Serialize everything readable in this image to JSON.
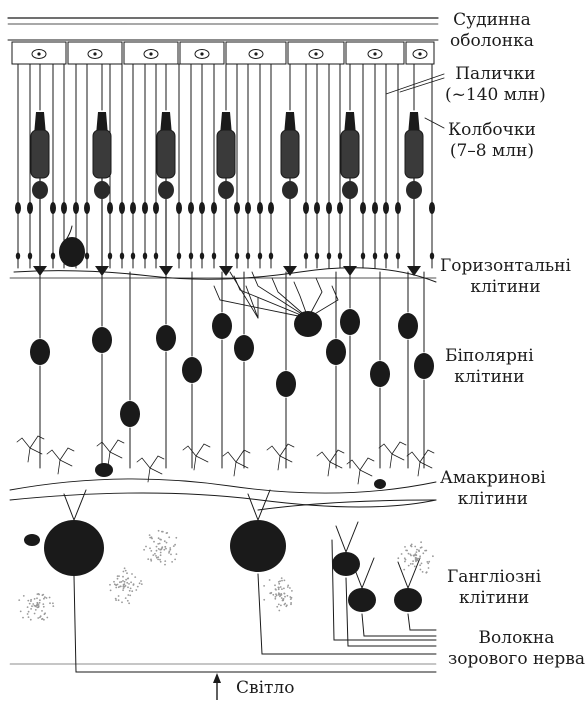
{
  "labels": {
    "choroid": [
      "Судинна",
      "оболонка"
    ],
    "rods": [
      "Палички",
      "(~140 млн)"
    ],
    "cones": [
      "Колбочки",
      "(7–8 млн)"
    ],
    "horizontal": [
      "Горизонтальні",
      "клітини"
    ],
    "bipolar": [
      "Біполярні",
      "клітини"
    ],
    "amacrine": [
      "Амакринові",
      "клітини"
    ],
    "ganglion": [
      "Гангліозні",
      "клітини"
    ],
    "nerve": [
      "Волокна",
      "зорового нерва"
    ],
    "light": "Світло"
  },
  "colors": {
    "ink": "#1a1a1a",
    "paper": "#ffffff",
    "stipple": "#9a9a9a"
  },
  "icons": {
    "light-arrow": "arrow-up-icon"
  }
}
